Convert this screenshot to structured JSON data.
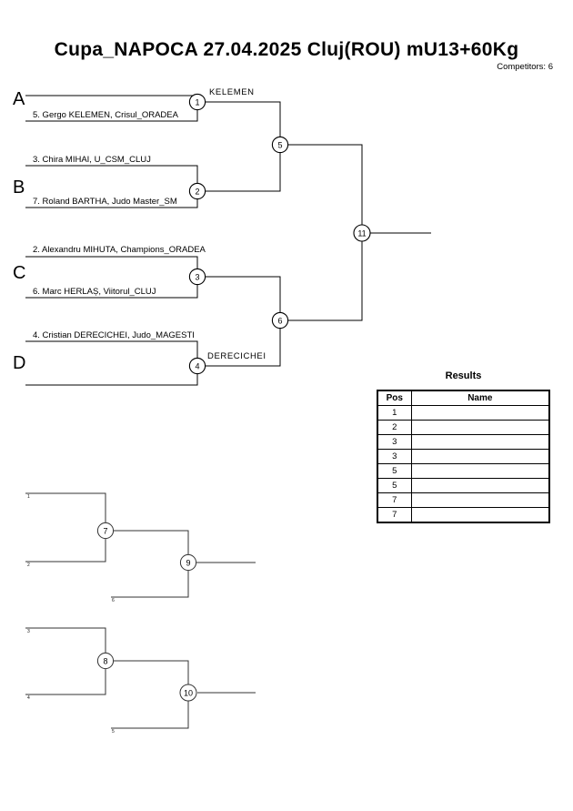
{
  "header": {
    "title": "Cupa_NAPOCA  27.04.2025  Cluj(ROU)   mU13+60Kg",
    "competitors_label": "Competitors: 6"
  },
  "bracket": {
    "groups": [
      {
        "letter": "A"
      },
      {
        "letter": "B"
      },
      {
        "letter": "C"
      },
      {
        "letter": "D"
      }
    ],
    "entries": [
      {
        "slot": "A-top",
        "label": ""
      },
      {
        "slot": "A-bottom",
        "label": "5. Gergo KELEMEN, Crisul_ORADEA"
      },
      {
        "slot": "B-top",
        "label": "3. Chira MIHAI, U_CSM_CLUJ"
      },
      {
        "slot": "B-bottom",
        "label": "7. Roland BARTHA, Judo Master_SM"
      },
      {
        "slot": "C-top",
        "label": "2. Alexandru MIHUTA, Champions_ORADEA"
      },
      {
        "slot": "C-bottom",
        "label": "6. Marc HERLAȘ, Viitorul_CLUJ"
      },
      {
        "slot": "D-top",
        "label": "4. Cristian DERECICHEI, Judo_MAGESTI"
      },
      {
        "slot": "D-bottom",
        "label": ""
      }
    ],
    "match_numbers": [
      "1",
      "2",
      "3",
      "4",
      "5",
      "6",
      "11"
    ],
    "winners": [
      {
        "match": "1",
        "name": "KELEMEN"
      },
      {
        "match": "4",
        "name": "DERECICHEI"
      }
    ]
  },
  "repechage": [
    {
      "name": "repechage-pool-1",
      "match_numbers": [
        "7",
        "9"
      ],
      "feed_labels": [
        "1",
        "2",
        "6"
      ]
    },
    {
      "name": "repechage-pool-2",
      "match_numbers": [
        "8",
        "10"
      ],
      "feed_labels": [
        "3",
        "4",
        "5"
      ]
    }
  ],
  "results": {
    "title": "Results",
    "columns": [
      "Pos",
      "Name"
    ],
    "rows": [
      {
        "pos": "1",
        "name": ""
      },
      {
        "pos": "2",
        "name": ""
      },
      {
        "pos": "3",
        "name": ""
      },
      {
        "pos": "3",
        "name": ""
      },
      {
        "pos": "5",
        "name": ""
      },
      {
        "pos": "5",
        "name": ""
      },
      {
        "pos": "7",
        "name": ""
      },
      {
        "pos": "7",
        "name": ""
      }
    ]
  }
}
